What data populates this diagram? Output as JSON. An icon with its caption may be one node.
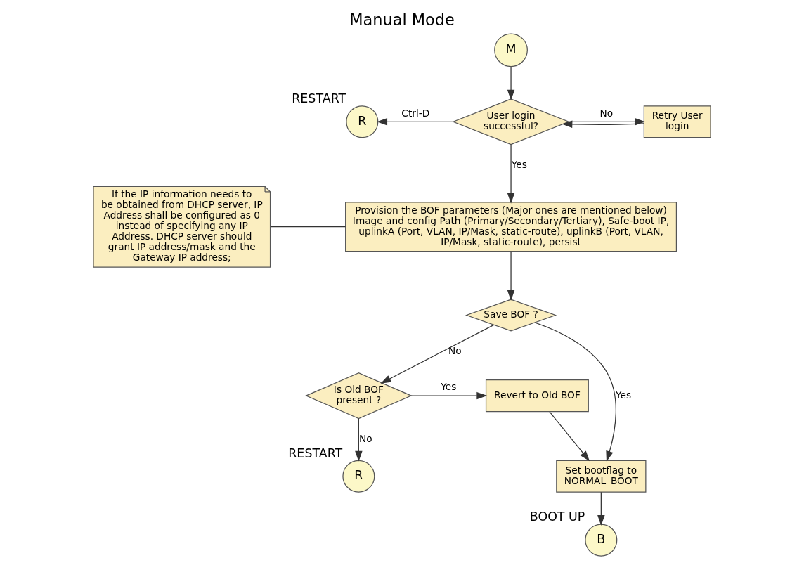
{
  "diagram": {
    "title": "Manual Mode",
    "nodes": [
      {
        "text": [
          "M"
        ]
      },
      {
        "text": [
          "User login successful?"
        ]
      },
      {
        "text": [
          "R"
        ],
        "beside": [
          "RESTART"
        ]
      },
      {
        "text": [
          "Retry User login"
        ]
      },
      {
        "text": [
          "Provision the BOF parameters (Major ones are mentioned below) Image and config Path (Primary/Secondary/Tertiary), Safe-boot IP, uplinkA (Port, VLAN, IP/Mask, static-route), uplinkB (Port, VLAN, IP/Mask, static-route), persist"
        ]
      },
      {
        "text": [
          "If the IP information needs to be obtained from DHCP server, IP Address shall be configured as 0 instead of specifying any IP Address. DHCP server should grant IP address/mask and the Gateway IP address;"
        ]
      },
      {
        "text": [
          "Save BOF ?"
        ]
      },
      {
        "text": [
          "Set bootflag to NORMAL_BOOT"
        ]
      },
      {
        "text": [
          "Is Old BOF present ?"
        ]
      },
      {
        "text": [
          "Revert to Old BOF"
        ]
      },
      {
        "text": [
          "B"
        ],
        "beside": [
          "BOOT UP"
        ]
      },
      {
        "text": [
          "R"
        ],
        "beside": [
          "RESTART"
        ]
      }
    ],
    "edges": [
      {
        "from": 0,
        "to": 1,
        "arrow": "to"
      },
      {
        "from": 1,
        "to": 2,
        "arrow": "to",
        "label": "Ctrl-D"
      },
      {
        "from": 1,
        "to": 3,
        "arrow": "to",
        "label": "No"
      },
      {
        "from": 3,
        "to": 1,
        "arrow": "to"
      },
      {
        "from": 1,
        "to": 4,
        "arrow": "to",
        "label": "Yes"
      },
      {
        "from": 5,
        "to": 4,
        "arrow": "none"
      },
      {
        "from": 4,
        "to": 6,
        "arrow": "to"
      },
      {
        "from": 6,
        "to": 7,
        "arrow": "to",
        "label": "Yes"
      },
      {
        "from": 6,
        "to": 8,
        "arrow": "to",
        "label": "No"
      },
      {
        "from": 8,
        "to": 9,
        "arrow": "to",
        "label": "Yes"
      },
      {
        "from": 9,
        "to": 7,
        "arrow": "to"
      },
      {
        "from": 7,
        "to": 10,
        "arrow": "to"
      },
      {
        "from": 8,
        "to": 11,
        "arrow": "to",
        "label": "No"
      }
    ]
  }
}
